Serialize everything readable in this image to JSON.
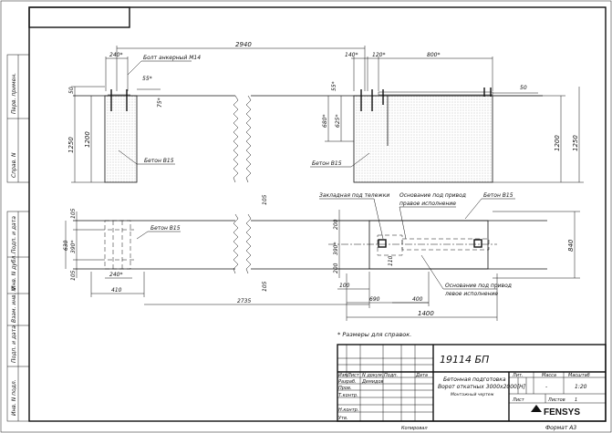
{
  "side_stamp": {
    "top_labels": [
      "Перв. примен.",
      "Справ. N"
    ],
    "bottom_labels": [
      "Подп. и дата",
      "Инв. N дубл.",
      "Взам. инв. N",
      "Подп. и дата",
      "Инв. N подл."
    ]
  },
  "dimensions": {
    "total_width": "2940",
    "d240a": "240*",
    "d55a": "55*",
    "d75": "75*",
    "d50a": "50",
    "d1250a": "1250",
    "d1200a": "1200",
    "d140": "140*",
    "d120": "120*",
    "d800": "800*",
    "d55b": "55*",
    "d50b": "50",
    "d680": "680*",
    "d625": "625*",
    "d1200b": "1200",
    "d1250b": "1250",
    "d105a": "105",
    "d630": "630",
    "d390a": "390*",
    "d105b": "105",
    "d240b": "240*",
    "d410": "410",
    "d2735": "2735",
    "d105c": "105",
    "d105d": "105",
    "d200a": "200",
    "d390b": "390*",
    "d200b": "200",
    "d110": "110",
    "d100": "100",
    "d690": "690",
    "d400": "400",
    "d1400": "1400",
    "d840": "840"
  },
  "labels": {
    "anchor_bolt": "Болт анкерный М14",
    "concrete_left": "Бетон В15",
    "concrete_mid": "Бетон В15",
    "concrete_plan_left": "Бетон В15",
    "concrete_plan_right": "Бетон В15",
    "trolley_mortgage": "Закладная под тележки",
    "drive_base_right": "Основание под привод",
    "drive_base_right_2": "правое исполнение",
    "drive_base_left": "Основание под привод",
    "drive_base_left_2": "левое исполнение",
    "note": "* Размеры для справок."
  },
  "title_block": {
    "doc_code": "19114 БП",
    "rows": [
      {
        "role": "Изм.",
        "sheet": "Лист",
        "doc": "N докум.",
        "sign": "Подп.",
        "date": "Дата"
      },
      {
        "role": "Разраб.",
        "name": "Демидов"
      },
      {
        "role": "Пров.",
        "name": ""
      },
      {
        "role": "Т.контр.",
        "name": ""
      },
      {
        "role": "Н.контр.",
        "name": ""
      },
      {
        "role": "Утв.",
        "name": ""
      }
    ],
    "title_line1": "Бетонная подготовка",
    "title_line2": "Ворот откатных 3000х2000[Н]",
    "title_line3": "Монтажный чертеж",
    "lit_label": "Лит.",
    "mass_label": "Масса",
    "scale_label": "Масштаб",
    "mass_value": "-",
    "scale_value": "1:20",
    "sheet_label": "Лист",
    "sheets_label": "Листов",
    "sheets_value": "1",
    "company": "FENSYS",
    "format": "Формат А3",
    "kopiroval": "Копировал"
  }
}
